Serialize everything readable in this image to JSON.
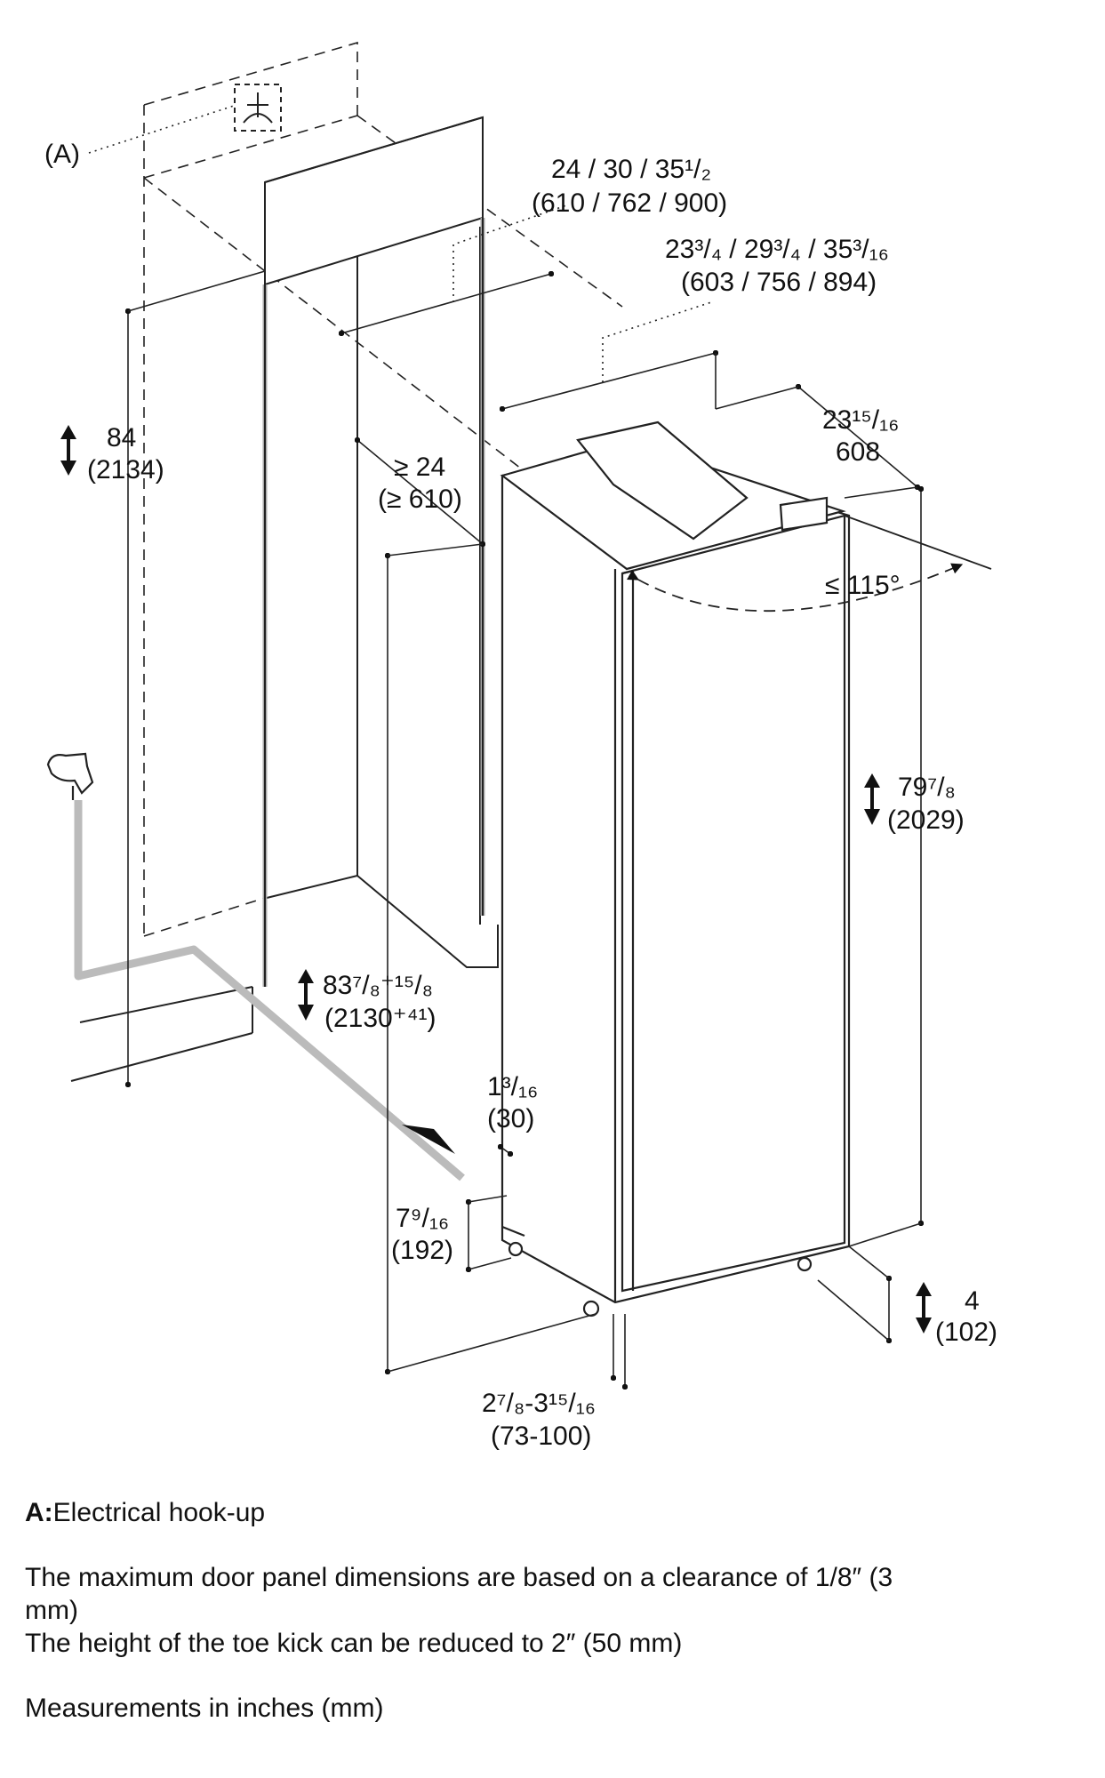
{
  "labels": {
    "callout_a": "(A)",
    "width_in": "24 / 30 / 35¹/₂",
    "width_mm": "(610 / 762 / 900)",
    "panel_width_in": "23³/₄ / 29³/₄ / 35³/₁₆",
    "panel_width_mm": "(603 / 756 / 894)",
    "depth_in": "23¹⁵/₁₆",
    "depth_mm": "608",
    "niche_height_in": "84",
    "niche_height_mm": "(2134)",
    "niche_depth_in": "≥ 24",
    "niche_depth_mm": "(≥ 610)",
    "door_angle": "≤ 115°",
    "appliance_height_in": "79⁷/₈",
    "appliance_height_mm": "(2029)",
    "install_height_in": "83⁷/₈⁺¹⁵/₈",
    "install_height_mm": "(2130⁺⁴¹)",
    "gap_in": "1³/₁₆",
    "gap_mm": "(30)",
    "water_height_in": "7⁹/₁₆",
    "water_height_mm": "(192)",
    "toe_kick_in": "4",
    "toe_kick_mm": "(102)",
    "panel_offset_in": "2⁷/₈-3¹⁵/₁₆",
    "panel_offset_mm": "(73-100)"
  },
  "legend": {
    "a_key": "A:",
    "a_text": "Electrical hook-up",
    "note1": "The maximum door panel dimensions are based on a clearance of 1/8″ (3 mm)",
    "note2": "The height of the toe kick can be reduced to 2″ (50 mm)",
    "units": "Measurements in inches (mm)"
  },
  "icons": [
    "outlet-icon",
    "water-tap-icon",
    "arrow-up-down-icon",
    "angle-arc-icon"
  ]
}
